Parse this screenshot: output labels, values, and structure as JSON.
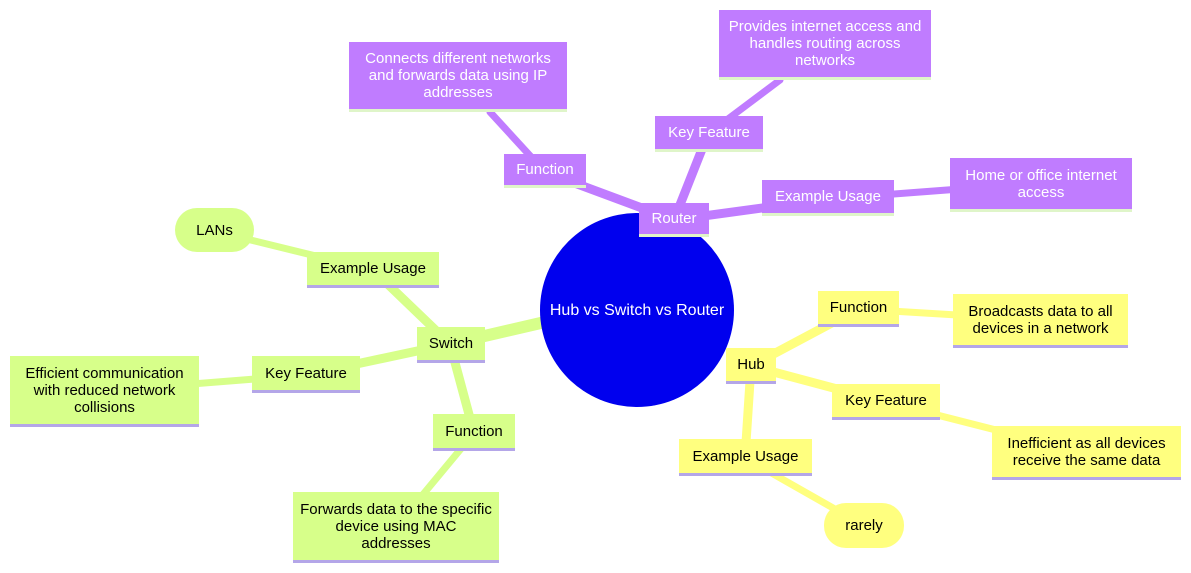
{
  "diagram": {
    "center": "Hub vs Switch vs Router",
    "router": {
      "label": "Router",
      "function": "Function",
      "function_detail": "Connects different networks and forwards data using IP addresses",
      "key_feature": "Key Feature",
      "key_feature_detail": "Provides internet access and handles routing across networks",
      "example_usage": "Example Usage",
      "example_usage_detail": "Home or office internet access"
    },
    "switch": {
      "label": "Switch",
      "example_usage": "Example Usage",
      "example_usage_detail": "LANs",
      "key_feature": "Key Feature",
      "key_feature_detail": "Efficient communication with reduced network collisions",
      "function": "Function",
      "function_detail": "Forwards data to the specific device using MAC addresses"
    },
    "hub": {
      "label": "Hub",
      "function": "Function",
      "function_detail": "Broadcasts data to all devices in a network",
      "key_feature": "Key Feature",
      "key_feature_detail": "Inefficient as all devices receive the same data",
      "example_usage": "Example Usage",
      "example_usage_detail": "rarely"
    },
    "colors": {
      "router": "#c07cff",
      "switch": "#d7ff8a",
      "hub": "#ffff7f",
      "center": "#0000ee"
    }
  }
}
